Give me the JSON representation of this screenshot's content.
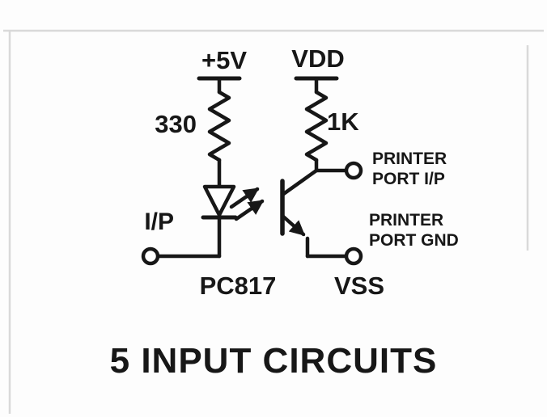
{
  "diagram": {
    "labels": {
      "supply_left": "+5V",
      "supply_right": "VDD",
      "resistor_left": "330",
      "resistor_right": "1K",
      "input": "I/P",
      "printer_port_ip": [
        "PRINTER",
        "PORT I/P"
      ],
      "printer_port_gnd": [
        "PRINTER",
        "PORT GND"
      ],
      "ic": "PC817",
      "vss": "VSS"
    },
    "caption": "5 INPUT CIRCUITS",
    "colors": {
      "ink": "#171717",
      "background": "#fdfdfd"
    }
  }
}
